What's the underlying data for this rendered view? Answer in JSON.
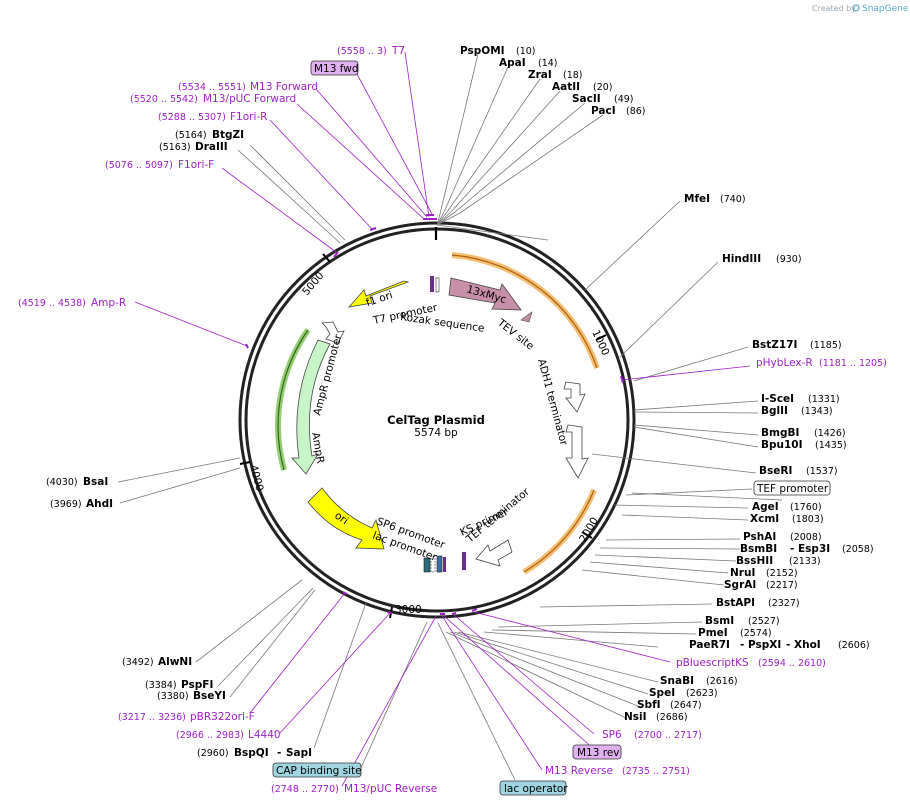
{
  "header": {
    "created_by": "Created by",
    "brand": "SnapGene"
  },
  "plasmid": {
    "name": "CelTag Plasmid",
    "length_label": "5574 bp"
  },
  "ticks": [
    "1000",
    "2000",
    "3000",
    "4000",
    "5000"
  ],
  "enzymes_right": [
    {
      "name": "PspOMI",
      "pos": "(10)"
    },
    {
      "name": "ApaI",
      "pos": "(14)"
    },
    {
      "name": "ZraI",
      "pos": "(18)"
    },
    {
      "name": "AatII",
      "pos": "(20)"
    },
    {
      "name": "SacII",
      "pos": "(49)"
    },
    {
      "name": "PacI",
      "pos": "(86)"
    },
    {
      "name": "MfeI",
      "pos": "(740)"
    },
    {
      "name": "HindIII",
      "pos": "(930)"
    },
    {
      "name": "BstZ17I",
      "pos": "(1185)"
    },
    {
      "name": "I-SceI",
      "pos": "(1331)"
    },
    {
      "name": "BglII",
      "pos": "(1343)"
    },
    {
      "name": "BmgBI",
      "pos": "(1426)"
    },
    {
      "name": "Bpu10I",
      "pos": "(1435)"
    },
    {
      "name": "BseRI",
      "pos": "(1537)"
    },
    {
      "name": "AgeI",
      "pos": "(1760)"
    },
    {
      "name": "XcmI",
      "pos": "(1803)"
    },
    {
      "name": "PshAI",
      "pos": "(2008)"
    },
    {
      "name": "BsmBI",
      "pos": "(2058)",
      "name2": "Esp3I"
    },
    {
      "name": "BssHII",
      "pos": "(2133)"
    },
    {
      "name": "NruI",
      "pos": "(2152)"
    },
    {
      "name": "SgrAI",
      "pos": "(2217)"
    },
    {
      "name": "BstAPI",
      "pos": "(2327)"
    },
    {
      "name": "BsmI",
      "pos": "(2527)"
    },
    {
      "name": "PmeI",
      "pos": "(2574)"
    },
    {
      "name": "PaeR7I",
      "pos": "(2606)",
      "name2": "PspXI",
      "name3": "XhoI"
    },
    {
      "name": "SnaBI",
      "pos": "(2616)"
    },
    {
      "name": "SpeI",
      "pos": "(2623)"
    },
    {
      "name": "SbfI",
      "pos": "(2647)"
    },
    {
      "name": "NsiI",
      "pos": "(2686)"
    }
  ],
  "enzymes_left": [
    {
      "name": "BtgZI",
      "pos": "(5164)"
    },
    {
      "name": "DraIII",
      "pos": "(5163)"
    },
    {
      "name": "BsaI",
      "pos": "(4030)"
    },
    {
      "name": "AhdI",
      "pos": "(3969)"
    },
    {
      "name": "AlwNI",
      "pos": "(3492)"
    },
    {
      "name": "PspFI",
      "pos": "(3384)"
    },
    {
      "name": "BseYI",
      "pos": "(3380)"
    },
    {
      "name": "BspQI",
      "pos": "(2960)",
      "name2": "SapI"
    }
  ],
  "primers": [
    {
      "name": "T7",
      "pos": "(5558 .. 3)"
    },
    {
      "name": "M13 Forward",
      "pos": "(5534 .. 5551)"
    },
    {
      "name": "M13/pUC Forward",
      "pos": "(5520 .. 5542)"
    },
    {
      "name": "F1ori-R",
      "pos": "(5288 .. 5307)"
    },
    {
      "name": "F1ori-F",
      "pos": "(5076 .. 5097)"
    },
    {
      "name": "Amp-R",
      "pos": "(4519 .. 4538)"
    },
    {
      "name": "pHybLex-R",
      "pos": "(1181 .. 1205)"
    },
    {
      "name": "pBluescriptKS",
      "pos": "(2594 .. 2610)"
    },
    {
      "name": "SP6",
      "pos": "(2700 .. 2717)"
    },
    {
      "name": "M13 Reverse",
      "pos": "(2735 .. 2751)"
    },
    {
      "name": "M13/pUC Reverse",
      "pos": "(2748 .. 2770)"
    },
    {
      "name": "pBR322ori-F",
      "pos": "(3217 .. 3236)"
    },
    {
      "name": "L4440",
      "pos": "(2966 .. 2983)"
    }
  ],
  "boxed_labels": {
    "m13_fwd": "M13 fwd",
    "m13_rev": "M13 rev",
    "tef_promoter": "TEF promoter",
    "cap_site": "CAP binding site",
    "lac_operator": "lac operator"
  },
  "features": {
    "f1_ori": "f1 ori",
    "t7_promoter": "T7 promoter",
    "kozak": "Kozak sequence",
    "myc": "13xMyc",
    "tev": "TEV site",
    "adh1": "ADH1 terminator",
    "ampr_promoter": "AmpR promoter",
    "ampr": "AmpR",
    "ori": "ori",
    "sp6_promoter": "SP6 promoter",
    "lac_promoter": "lac promoter",
    "ks_primer": "KS primer",
    "tef_terminator": "TEF terminator"
  },
  "colors": {
    "primer": "#a020c8",
    "f1_ori": "#ffff00",
    "ori": "#ffff00",
    "myc": "#c88fa8",
    "ampr": "#c8f5c8",
    "orange_arc": "#f0b050",
    "teal_box": "#9fd4e0",
    "lilac_box": "#e0b0f0"
  }
}
